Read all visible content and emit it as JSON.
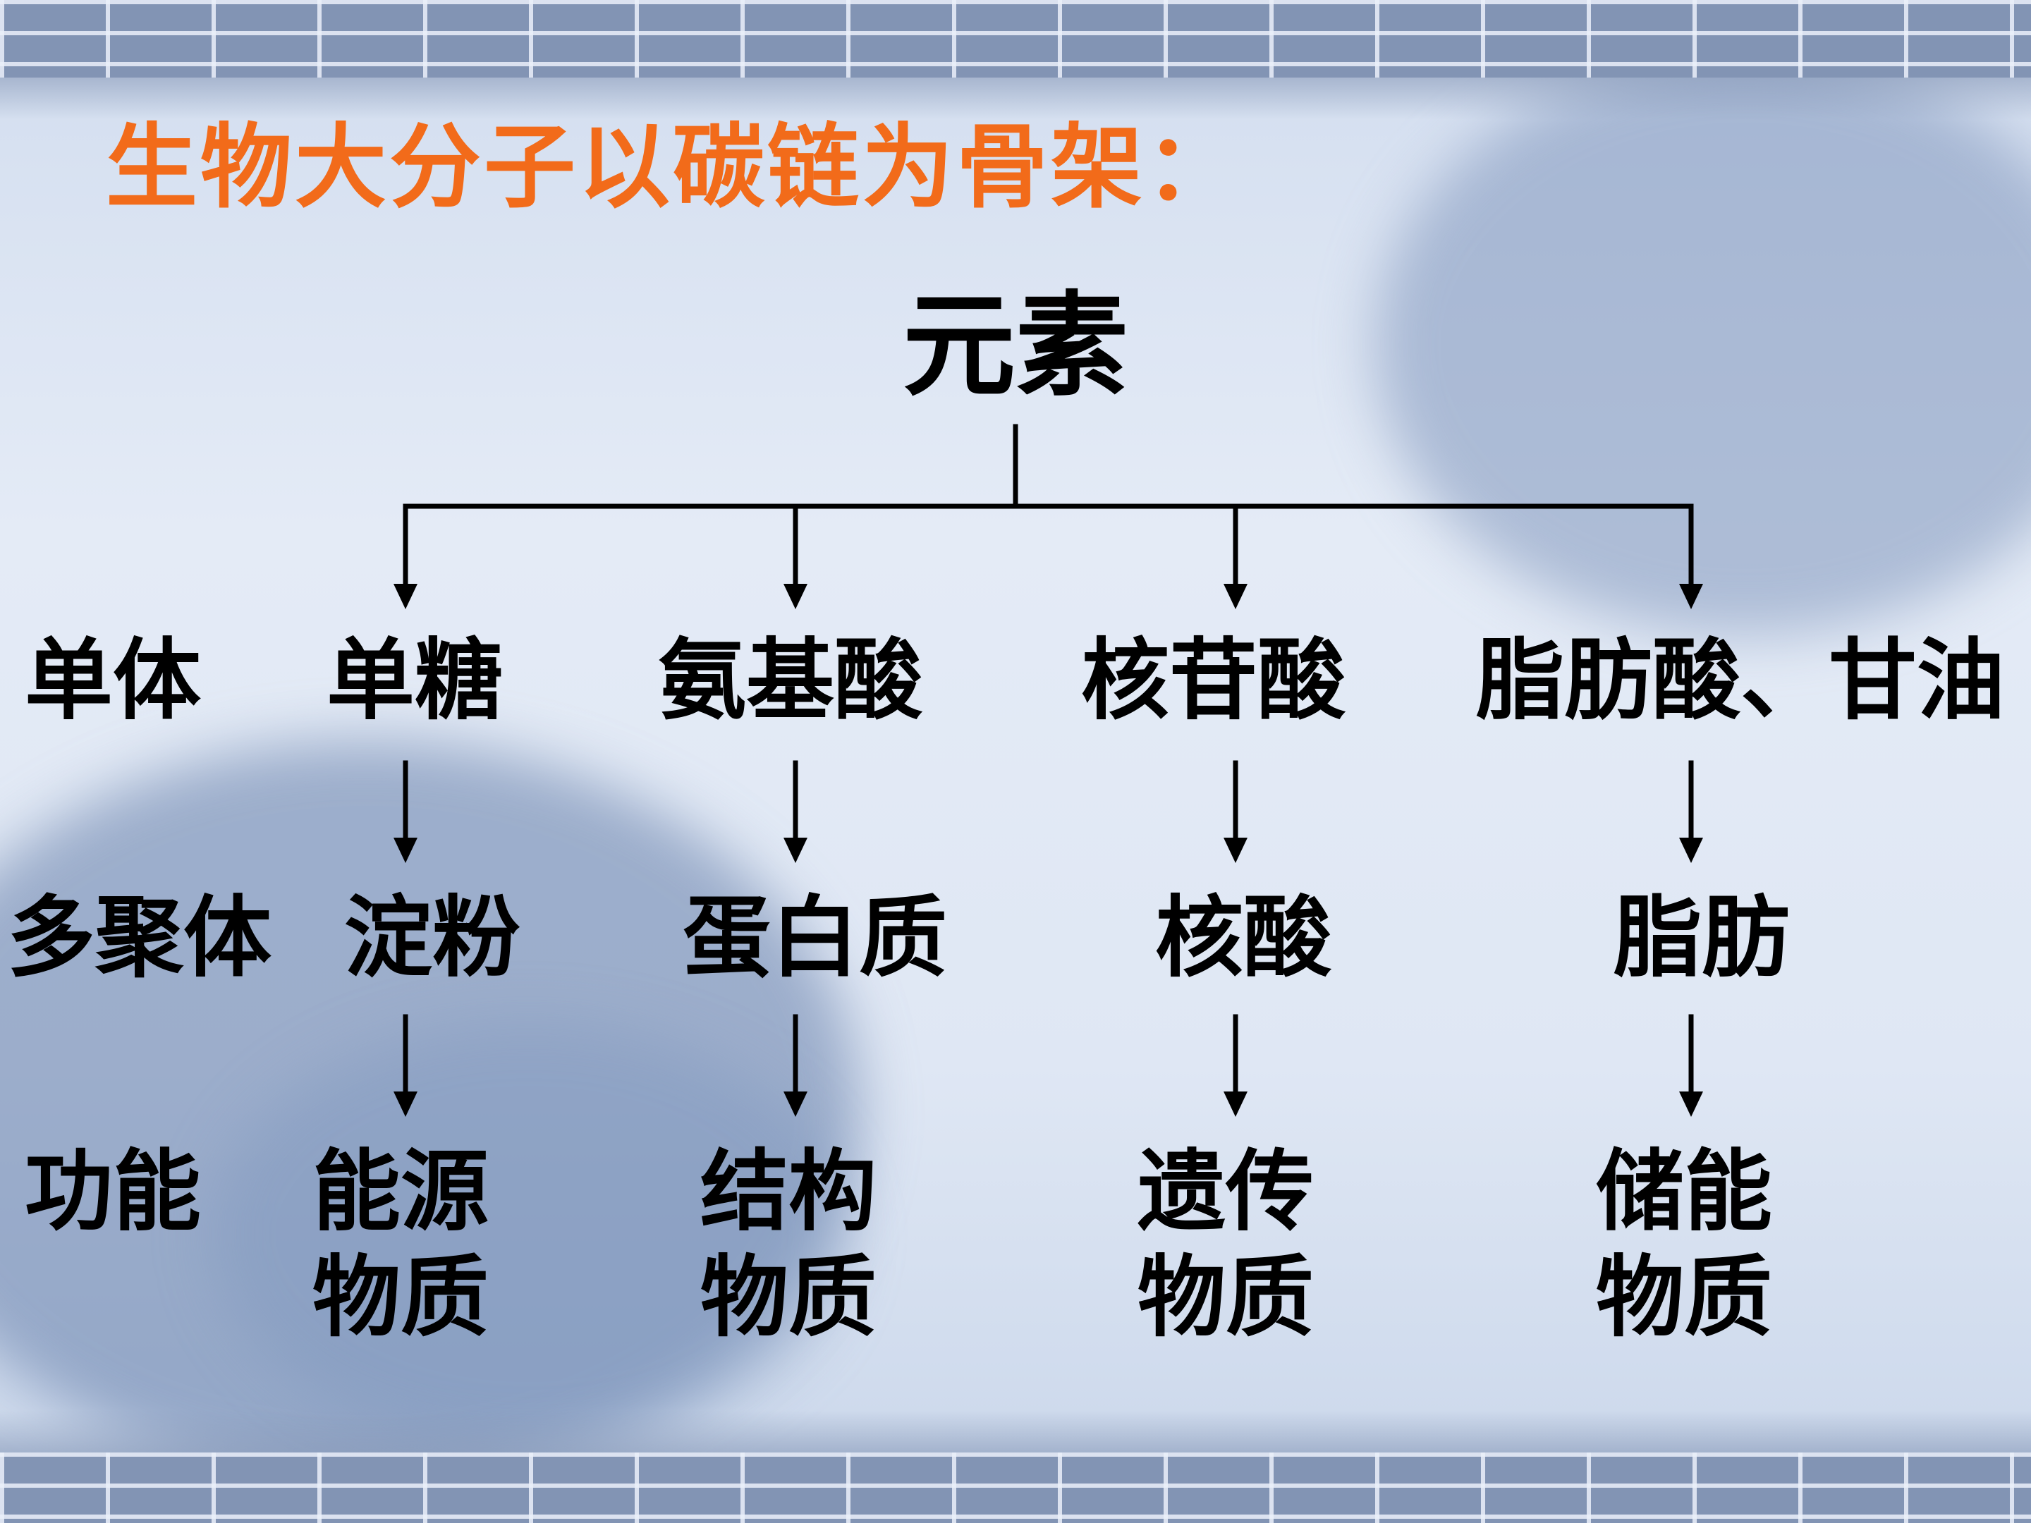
{
  "title": "生物大分子以碳链为骨架：",
  "root": "元素",
  "row_labels": {
    "monomer": "单体",
    "polymer": "多聚体",
    "function": "功能"
  },
  "columns": [
    {
      "monomer": "单糖",
      "polymer": "淀粉",
      "function_line1": "能源",
      "function_line2": "物质"
    },
    {
      "monomer": "氨基酸",
      "polymer": "蛋白质",
      "function_line1": "结构",
      "function_line2": "物质"
    },
    {
      "monomer": "核苷酸",
      "polymer": "核酸",
      "function_line1": "遗传",
      "function_line2": "物质"
    },
    {
      "monomer": "脂肪酸、甘油",
      "polymer": "脂肪",
      "function_line1": "储能",
      "function_line2": "物质"
    }
  ],
  "colors": {
    "title": "#f26b1a",
    "text": "#000000",
    "background": "#dbe4f2",
    "brick_band": "#8294b4"
  }
}
